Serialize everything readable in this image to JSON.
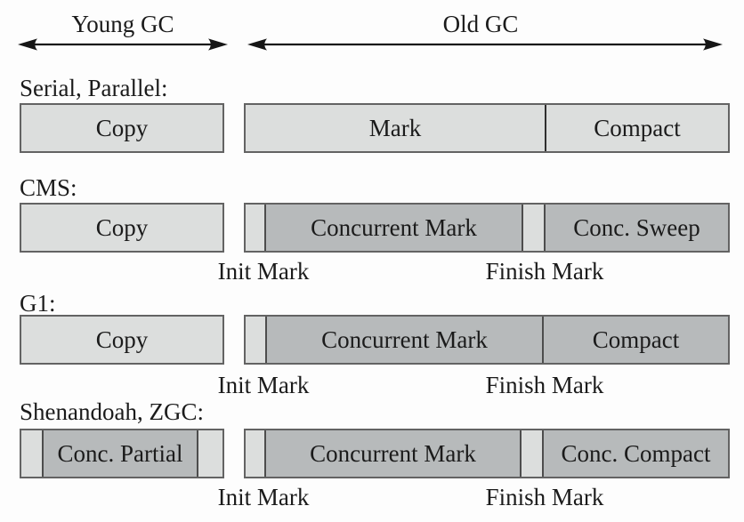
{
  "header": {
    "young_label": "Young GC",
    "old_label": "Old GC"
  },
  "palette": {
    "pause_fill": "#dcdedd",
    "concurrent_fill": "#b7babb",
    "bar_border": "#636363",
    "text_color": "#1b1b1b",
    "background": "#fdfdfd"
  },
  "rows": [
    {
      "label": "Serial, Parallel:",
      "young_segments": [
        {
          "text": "Copy",
          "kind": "pause"
        }
      ],
      "old_segments": [
        {
          "text": "Mark",
          "kind": "pause"
        },
        {
          "text": "Compact",
          "kind": "pause"
        }
      ]
    },
    {
      "label": "CMS:",
      "young_segments": [
        {
          "text": "Copy",
          "kind": "pause"
        }
      ],
      "old_segments": [
        {
          "text": "",
          "kind": "pause"
        },
        {
          "text": "Concurrent Mark",
          "kind": "concurrent"
        },
        {
          "text": "",
          "kind": "pause"
        },
        {
          "text": "Conc. Sweep",
          "kind": "concurrent"
        }
      ],
      "init_label": "Init Mark",
      "finish_label": "Finish Mark"
    },
    {
      "label": "G1:",
      "young_segments": [
        {
          "text": "Copy",
          "kind": "pause"
        }
      ],
      "old_segments": [
        {
          "text": "",
          "kind": "pause"
        },
        {
          "text": "Concurrent Mark",
          "kind": "concurrent"
        },
        {
          "text": "Compact",
          "kind": "concurrent"
        }
      ],
      "init_label": "Init Mark",
      "finish_label": "Finish Mark"
    },
    {
      "label": "Shenandoah, ZGC:",
      "young_segments": [
        {
          "text": "",
          "kind": "pause"
        },
        {
          "text": "Conc. Partial",
          "kind": "concurrent"
        },
        {
          "text": "",
          "kind": "pause"
        }
      ],
      "old_segments": [
        {
          "text": "",
          "kind": "pause"
        },
        {
          "text": "Concurrent Mark",
          "kind": "concurrent"
        },
        {
          "text": "",
          "kind": "pause"
        },
        {
          "text": "Conc. Compact",
          "kind": "concurrent"
        }
      ],
      "init_label": "Init Mark",
      "finish_label": "Finish Mark"
    }
  ]
}
